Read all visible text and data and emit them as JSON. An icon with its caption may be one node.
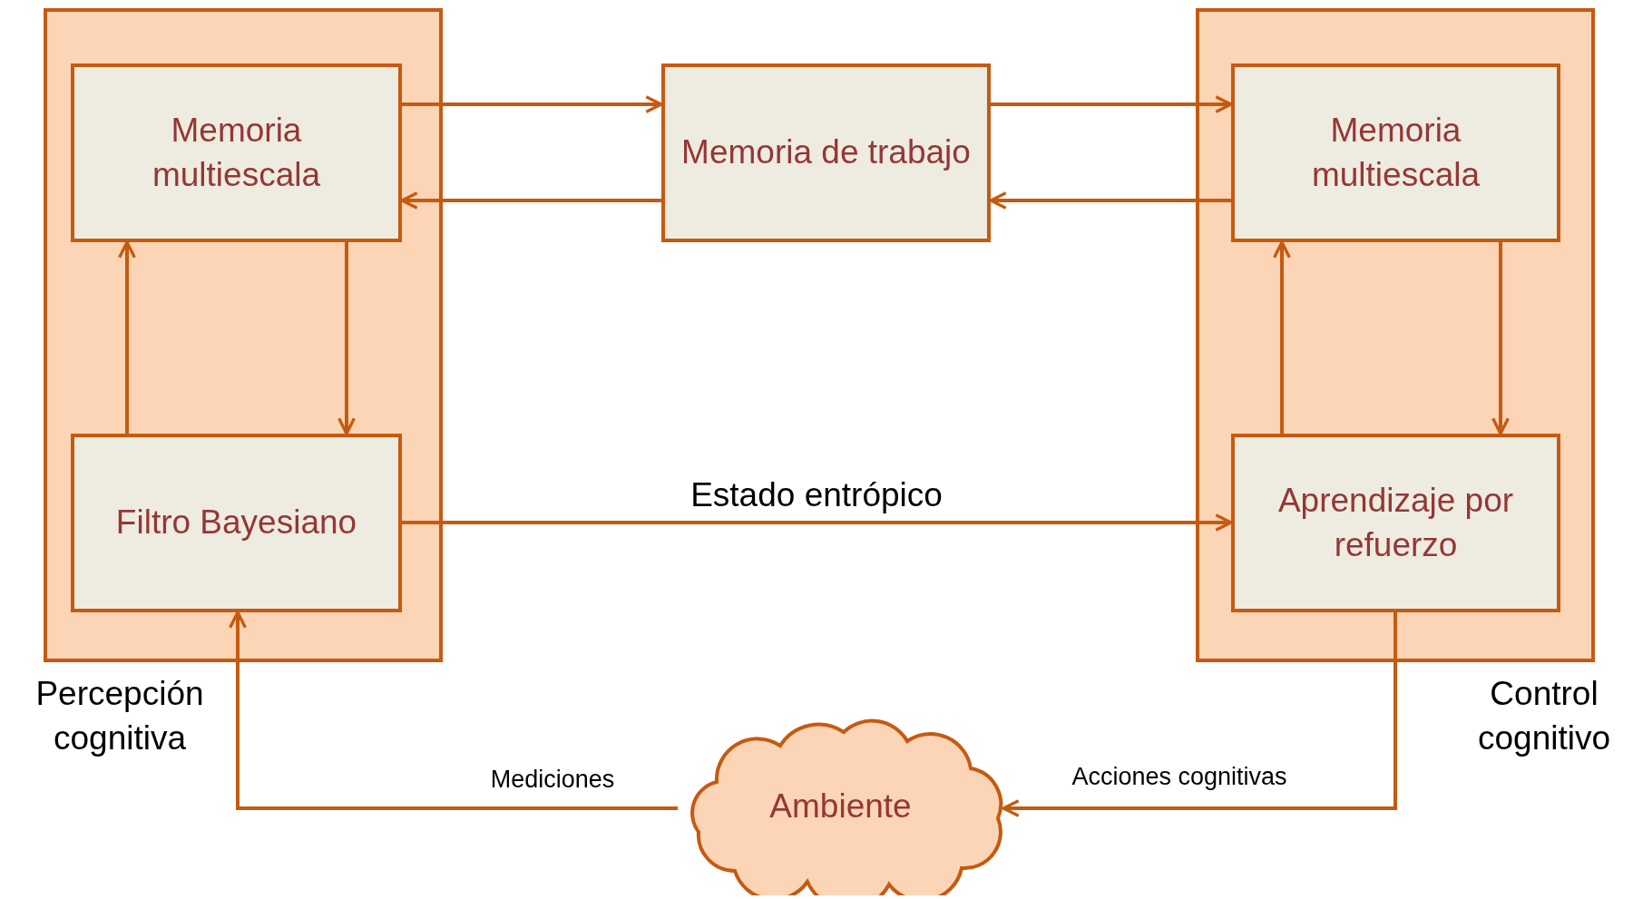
{
  "diagram": {
    "nodes": [
      {
        "text": [
          "Percepción cognitiva"
        ]
      },
      {
        "text": [
          "Memoria multiescala"
        ],
        "in": 0
      },
      {
        "text": [
          "Filtro Bayesiano"
        ],
        "in": 0
      },
      {
        "text": [
          "Memoria de trabajo"
        ]
      },
      {
        "text": [
          "Control cognitivo"
        ]
      },
      {
        "text": [
          "Memoria multiescala"
        ],
        "in": 4
      },
      {
        "text": [
          "Aprendizaje por refuerzo"
        ],
        "in": 4
      },
      {
        "text": [
          "Ambiente"
        ]
      }
    ],
    "edges": [
      {
        "from": 1,
        "to": 3,
        "arrow": "to"
      },
      {
        "from": 3,
        "to": 1,
        "arrow": "to"
      },
      {
        "from": 3,
        "to": 5,
        "arrow": "to"
      },
      {
        "from": 5,
        "to": 3,
        "arrow": "to"
      },
      {
        "from": 2,
        "to": 1,
        "arrow": "to"
      },
      {
        "from": 1,
        "to": 2,
        "arrow": "to"
      },
      {
        "from": 5,
        "to": 6,
        "arrow": "to"
      },
      {
        "from": 6,
        "to": 5,
        "arrow": "to"
      },
      {
        "from": 2,
        "to": 6,
        "arrow": "to",
        "label": "Estado entrópico"
      },
      {
        "from": 7,
        "to": 2,
        "arrow": "to",
        "label": "Mediciones"
      },
      {
        "from": 6,
        "to": 7,
        "arrow": "to",
        "label": "Acciones cognitivas"
      }
    ]
  }
}
